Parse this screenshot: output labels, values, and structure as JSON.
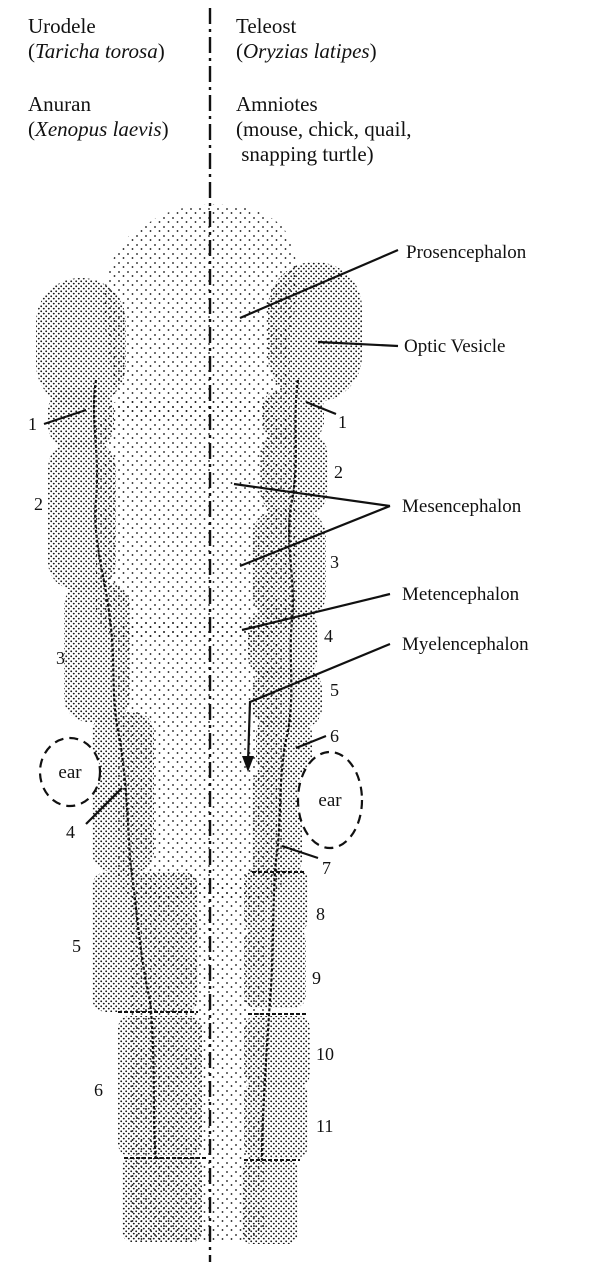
{
  "headers": {
    "left_top": {
      "name": "Urodele",
      "species": "Taricha torosa"
    },
    "left_bottom": {
      "name": "Anuran",
      "species": "Xenopus laevis"
    },
    "right_top": {
      "name": "Teleost",
      "species": "Oryzias latipes"
    },
    "right_bottom": {
      "name": "Amniotes",
      "species_line1": "mouse, chick, quail,",
      "species_line2": "snapping turtle"
    }
  },
  "labels": {
    "prosencephalon": "Prosencephalon",
    "optic_vesicle": "Optic Vesicle",
    "mesencephalon": "Mesencephalon",
    "metencephalon": "Metencephalon",
    "myelencephalon": "Myelencephalon",
    "ear_left": "ear",
    "ear_right": "ear"
  },
  "left_numbers": [
    "1",
    "2",
    "3",
    "4",
    "5",
    "6"
  ],
  "right_numbers": [
    "1",
    "2",
    "3",
    "4",
    "5",
    "6",
    "7",
    "8",
    "9",
    "10",
    "11"
  ],
  "colors": {
    "ink": "#111111",
    "background": "#ffffff"
  }
}
